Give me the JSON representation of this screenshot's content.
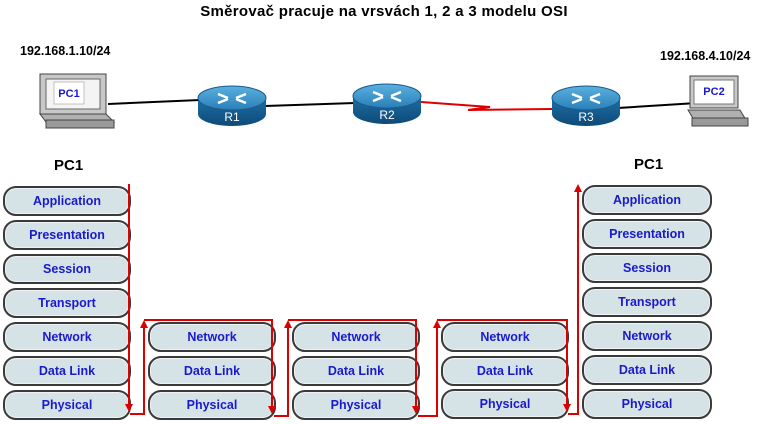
{
  "title": "Směrovač pracuje na vrsvách 1, 2 a 3 modelu OSI",
  "topology": {
    "left_host": {
      "ip": "192.168.1.10/24",
      "label": "PC1",
      "icon": "pc-icon"
    },
    "right_host": {
      "ip": "192.168.4.10/24",
      "label": "PC2",
      "icon": "pc-icon"
    },
    "routers": [
      {
        "label": "R1",
        "icon": "router-icon"
      },
      {
        "label": "R2",
        "icon": "router-icon"
      },
      {
        "label": "R3",
        "icon": "router-icon"
      }
    ],
    "links": [
      {
        "from": "PC1",
        "to": "R1",
        "type": "ethernet",
        "color": "#000000"
      },
      {
        "from": "R1",
        "to": "R2",
        "type": "ethernet",
        "color": "#000000"
      },
      {
        "from": "R2",
        "to": "R3",
        "type": "serial",
        "color": "#dd0000"
      },
      {
        "from": "R3",
        "to": "PC2",
        "type": "ethernet",
        "color": "#000000"
      }
    ]
  },
  "stacks": [
    {
      "title": "PC1",
      "layers": [
        "Application",
        "Presentation",
        "Session",
        "Transport",
        "Network",
        "Data Link",
        "Physical"
      ]
    },
    {
      "title": "",
      "layers": [
        "Network",
        "Data Link",
        "Physical"
      ]
    },
    {
      "title": "",
      "layers": [
        "Network",
        "Data Link",
        "Physical"
      ]
    },
    {
      "title": "",
      "layers": [
        "Network",
        "Data Link",
        "Physical"
      ]
    },
    {
      "title": "PC1",
      "layers": [
        "Application",
        "Presentation",
        "Session",
        "Transport",
        "Network",
        "Data Link",
        "Physical"
      ]
    }
  ],
  "colors": {
    "layer_fill": "#d6e3e6",
    "layer_text": "#1a1acc",
    "flow_arrow": "#dd0000",
    "router_body": "#2a7fb8"
  }
}
